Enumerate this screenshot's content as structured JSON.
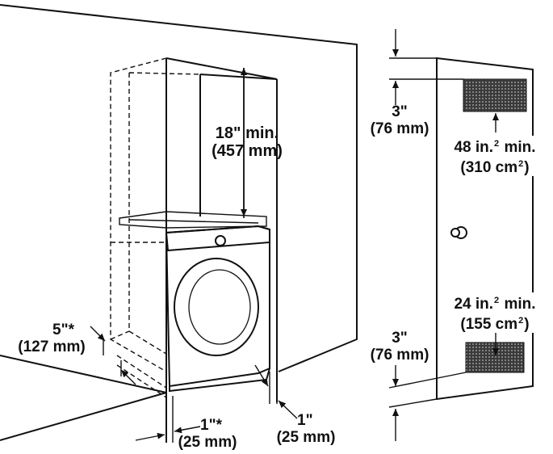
{
  "labels": {
    "top_clearance": {
      "line1": "18\" min.",
      "line2": "(457 mm)"
    },
    "side_left": {
      "line1": "5\"*",
      "line2": "(127 mm)"
    },
    "bottom_left": {
      "line1": "1\"*",
      "line2": "(25 mm)"
    },
    "bottom_right": {
      "line1": "1\"",
      "line2": "(25 mm)"
    },
    "door_top_gap": {
      "line1": "3\"",
      "line2": "(76 mm)"
    },
    "door_bottom_gap": {
      "line1": "3\"",
      "line2": "(76 mm)"
    },
    "top_vent": {
      "line1_a": "48 in.",
      "line1_sup": "2",
      "line1_b": " min.",
      "line2_a": "(310 cm",
      "line2_sup": "2",
      "line2_b": ")"
    },
    "bottom_vent": {
      "line1_a": "24 in.",
      "line1_sup": "2",
      "line1_b": " min.",
      "line2_a": "(155 cm",
      "line2_sup": "2",
      "line2_b": ")"
    }
  },
  "colors": {
    "line": "#111111",
    "vent": "#555555"
  }
}
